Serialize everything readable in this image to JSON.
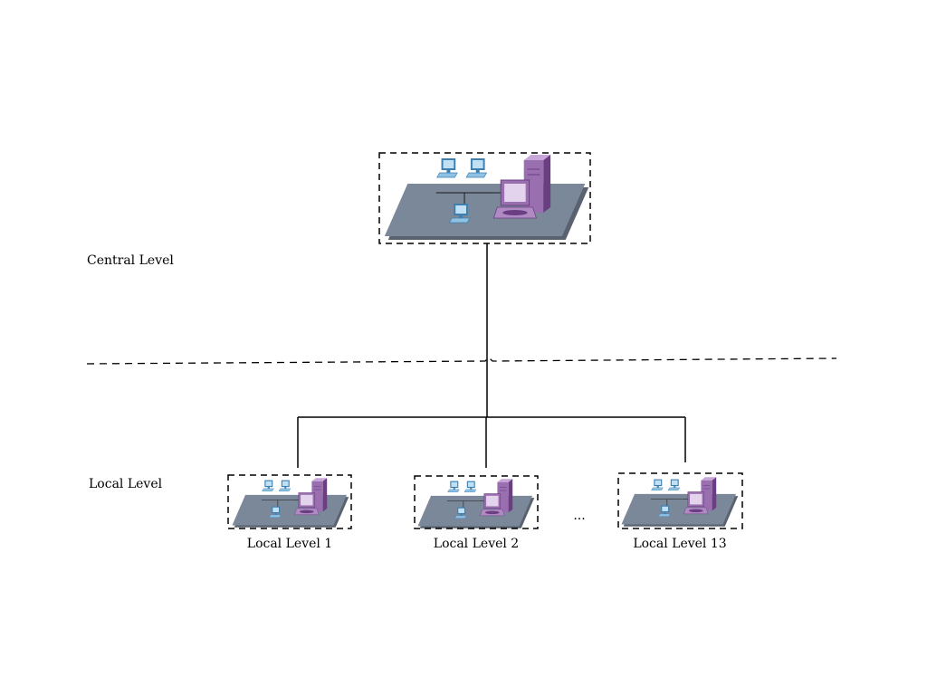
{
  "labels": {
    "central_level": "Central Level",
    "local_level": "Local Level",
    "ellipsis": "..."
  },
  "nodes": {
    "central": {},
    "local_1": {
      "label": "Local Level 1"
    },
    "local_2": {
      "label": "Local Level 2"
    },
    "local_13": {
      "label": "Local Level 13"
    }
  },
  "colors": {
    "platform_top": "#7B8899",
    "platform_side": "#5A6270",
    "server": "#9A6FB0",
    "server_dark": "#6B3E82",
    "workstation": "#8FC1E3",
    "workstation_dark": "#3E7FB0",
    "line": "#000000"
  }
}
